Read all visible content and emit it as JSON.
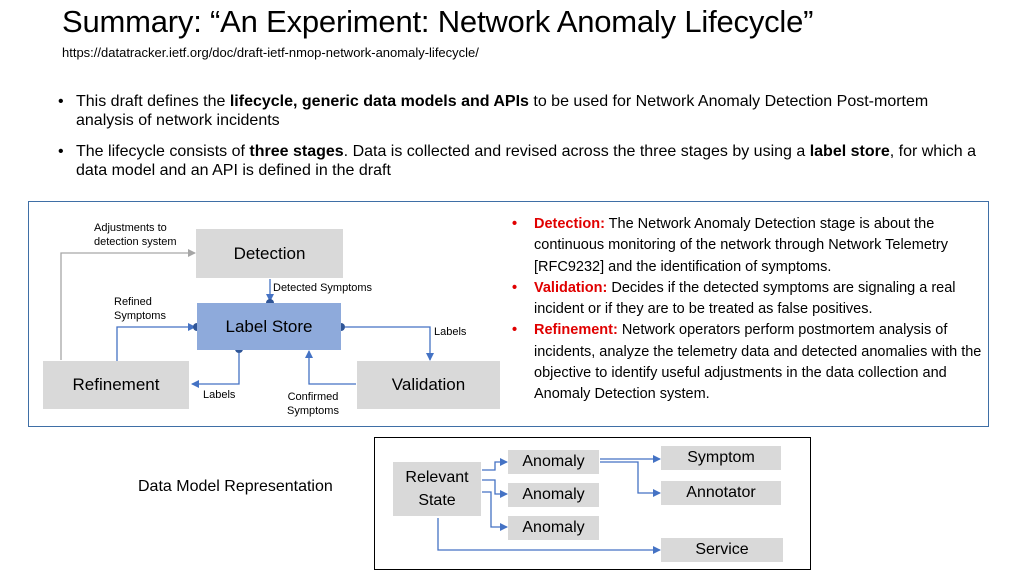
{
  "slide": {
    "title": "Summary:   “An Experiment: Network Anomaly Lifecycle”",
    "url": "https://datatracker.ietf.org/doc/draft-ietf-nmop-network-anomaly-lifecycle/"
  },
  "bullets": [
    {
      "parts": [
        "This draft defines the ",
        "lifecycle, generic data models and APIs",
        " to be used for Network Anomaly Detection Post-mortem analysis of network incidents"
      ]
    },
    {
      "parts": [
        "The lifecycle consists of ",
        "three stages",
        ". Data is collected and revised across the three stages by using a ",
        "label store",
        ", for which a data model and an API is defined in the draft"
      ]
    }
  ],
  "lifecycle": {
    "boxes": {
      "detection": "Detection",
      "label_store": "Label Store",
      "refinement": "Refinement",
      "validation": "Validation"
    },
    "labels": {
      "adjustments": "Adjustments to\ndetection system",
      "detected_symptoms": "Detected Symptoms",
      "refined_symptoms": "Refined\nSymptoms",
      "labels_right": "Labels",
      "labels_bottom": "Labels",
      "confirmed_symptoms": "Confirmed\nSymptoms"
    },
    "colors": {
      "stage_box": "#d9d9d9",
      "label_store_box": "#8eaadb",
      "arrow": "#4472c4",
      "feedback_arrow": "#a6a6a6"
    }
  },
  "descriptions": [
    {
      "term": "Detection:",
      "text": " The Network Anomaly Detection stage is about the continuous monitoring of the network through Network Telemetry [RFC9232] and the identification of symptoms."
    },
    {
      "term": "Validation:",
      "text": " Decides if the detected symptoms are signaling a real incident or if they are to be treated as false positives."
    },
    {
      "term": "Refinement:",
      "text": " Network operators perform postmortem analysis of incidents, analyze the telemetry data and detected anomalies with the objective to identify useful adjustments in the data collection and Anomaly Detection system."
    }
  ],
  "data_model": {
    "label": "Data Model Representation",
    "relevant_state": "Relevant\nState",
    "anomalies": [
      "Anomaly",
      "Anomaly",
      "Anomaly"
    ],
    "symptom": "Symptom",
    "annotator": "Annotator",
    "service": "Service"
  },
  "accent": "#e00000"
}
